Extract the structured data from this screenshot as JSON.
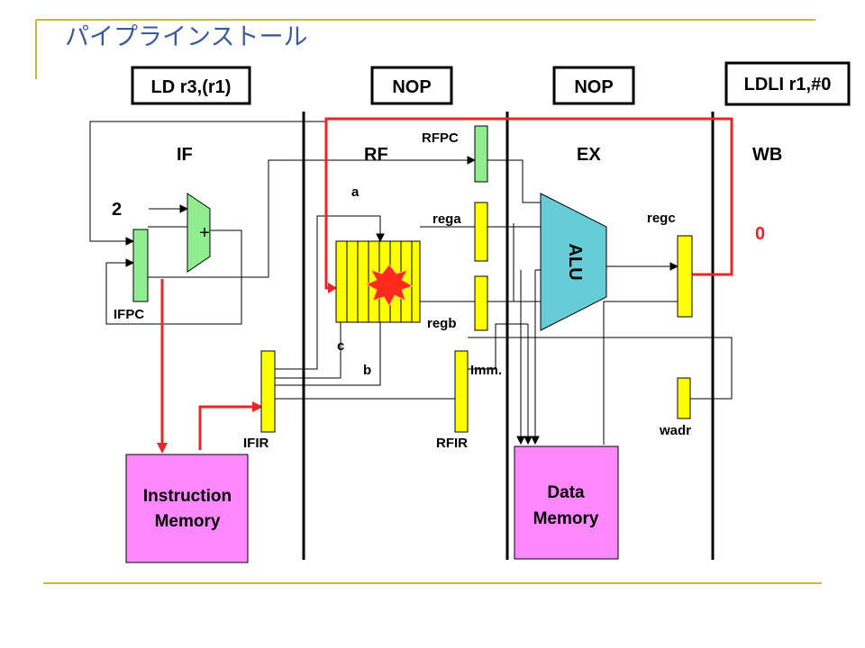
{
  "slide": {
    "title": "パイプラインストール"
  },
  "instructions": {
    "if": "LD r3,(r1)",
    "rf": "NOP",
    "ex": "NOP",
    "wb": "LDLI r1,#0"
  },
  "stages": {
    "if": "IF",
    "rf": "RF",
    "ex": "EX",
    "wb": "WB"
  },
  "registers": {
    "ifpc": "IFPC",
    "ifir": "IFIR",
    "rfpc": "RFPC",
    "rega": "rega",
    "regb": "regb",
    "rfir": "RFIR",
    "regc": "regc",
    "wadr": "wadr"
  },
  "ports": {
    "a": "a",
    "b": "b",
    "c": "c",
    "imm": "Imm."
  },
  "units": {
    "alu": "ALU",
    "adder": "+",
    "instruction_memory_line1": "Instruction",
    "instruction_memory_line2": "Memory",
    "data_memory_line1": "Data",
    "data_memory_line2": "Memory"
  },
  "values": {
    "increment": "2",
    "writeback": "0"
  },
  "colors": {
    "register_green": "#90ee90",
    "register_yellow": "#ffff00",
    "alu": "#66cdd6",
    "memory": "#ff88ff",
    "highlight_red": "#e8262a",
    "rule_gold": "#c8b448",
    "burst": "#ff2a1a"
  }
}
